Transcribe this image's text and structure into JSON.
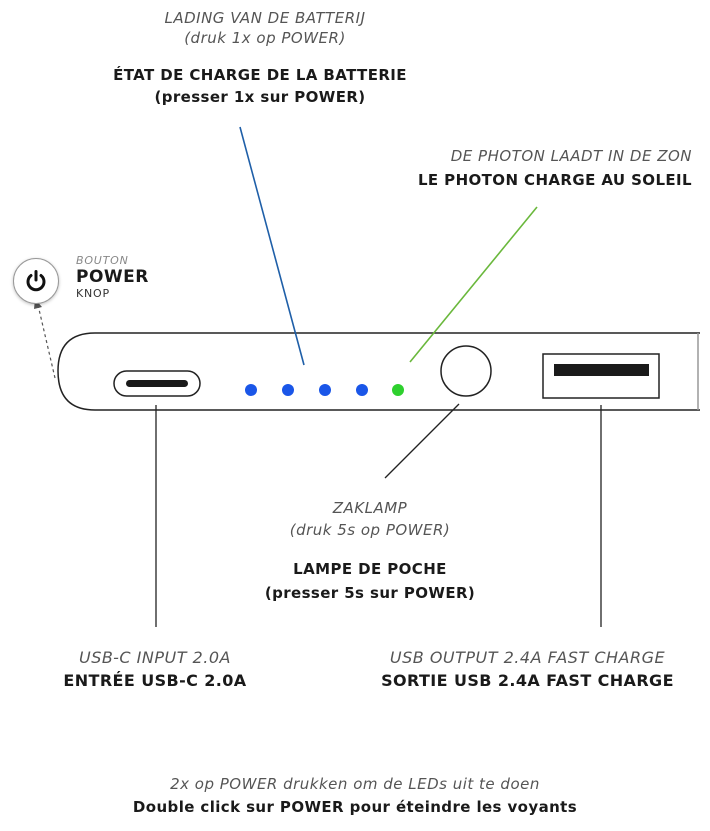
{
  "battery_state": {
    "nl_line1": "LADING VAN DE BATTERIJ",
    "nl_line2": "(druk 1x op POWER)",
    "fr_line1": "ÉTAT DE CHARGE DE LA BATTERIE",
    "fr_line2": "(presser 1x sur POWER)"
  },
  "solar": {
    "nl": "DE PHOTON LAADT IN DE ZON",
    "fr": "LE PHOTON CHARGE AU SOLEIL"
  },
  "power_button": {
    "top": "BOUTON",
    "main": "POWER",
    "bottom": "KNOP",
    "icon": "power-icon"
  },
  "flashlight": {
    "nl_line1": "ZAKLAMP",
    "nl_line2": "(druk 5s op POWER)",
    "fr_line1": "LAMPE DE POCHE",
    "fr_line2": "(presser 5s sur POWER)"
  },
  "usb_c": {
    "nl": "USB-C INPUT 2.0A",
    "fr": "ENTRÉE USB-C 2.0A"
  },
  "usb_out": {
    "nl": "USB OUTPUT 2.4A FAST CHARGE",
    "fr": "SORTIE USB 2.4A FAST CHARGE"
  },
  "footer": {
    "nl": "2x op POWER drukken om de LEDs uit te doen",
    "fr": "Double click sur POWER pour éteindre les voyants"
  },
  "colors": {
    "battery_led": "#1a56e8",
    "solar_led": "#2ed02e",
    "battery_line": "#1f5fa8",
    "solar_line": "#6ab83c"
  }
}
